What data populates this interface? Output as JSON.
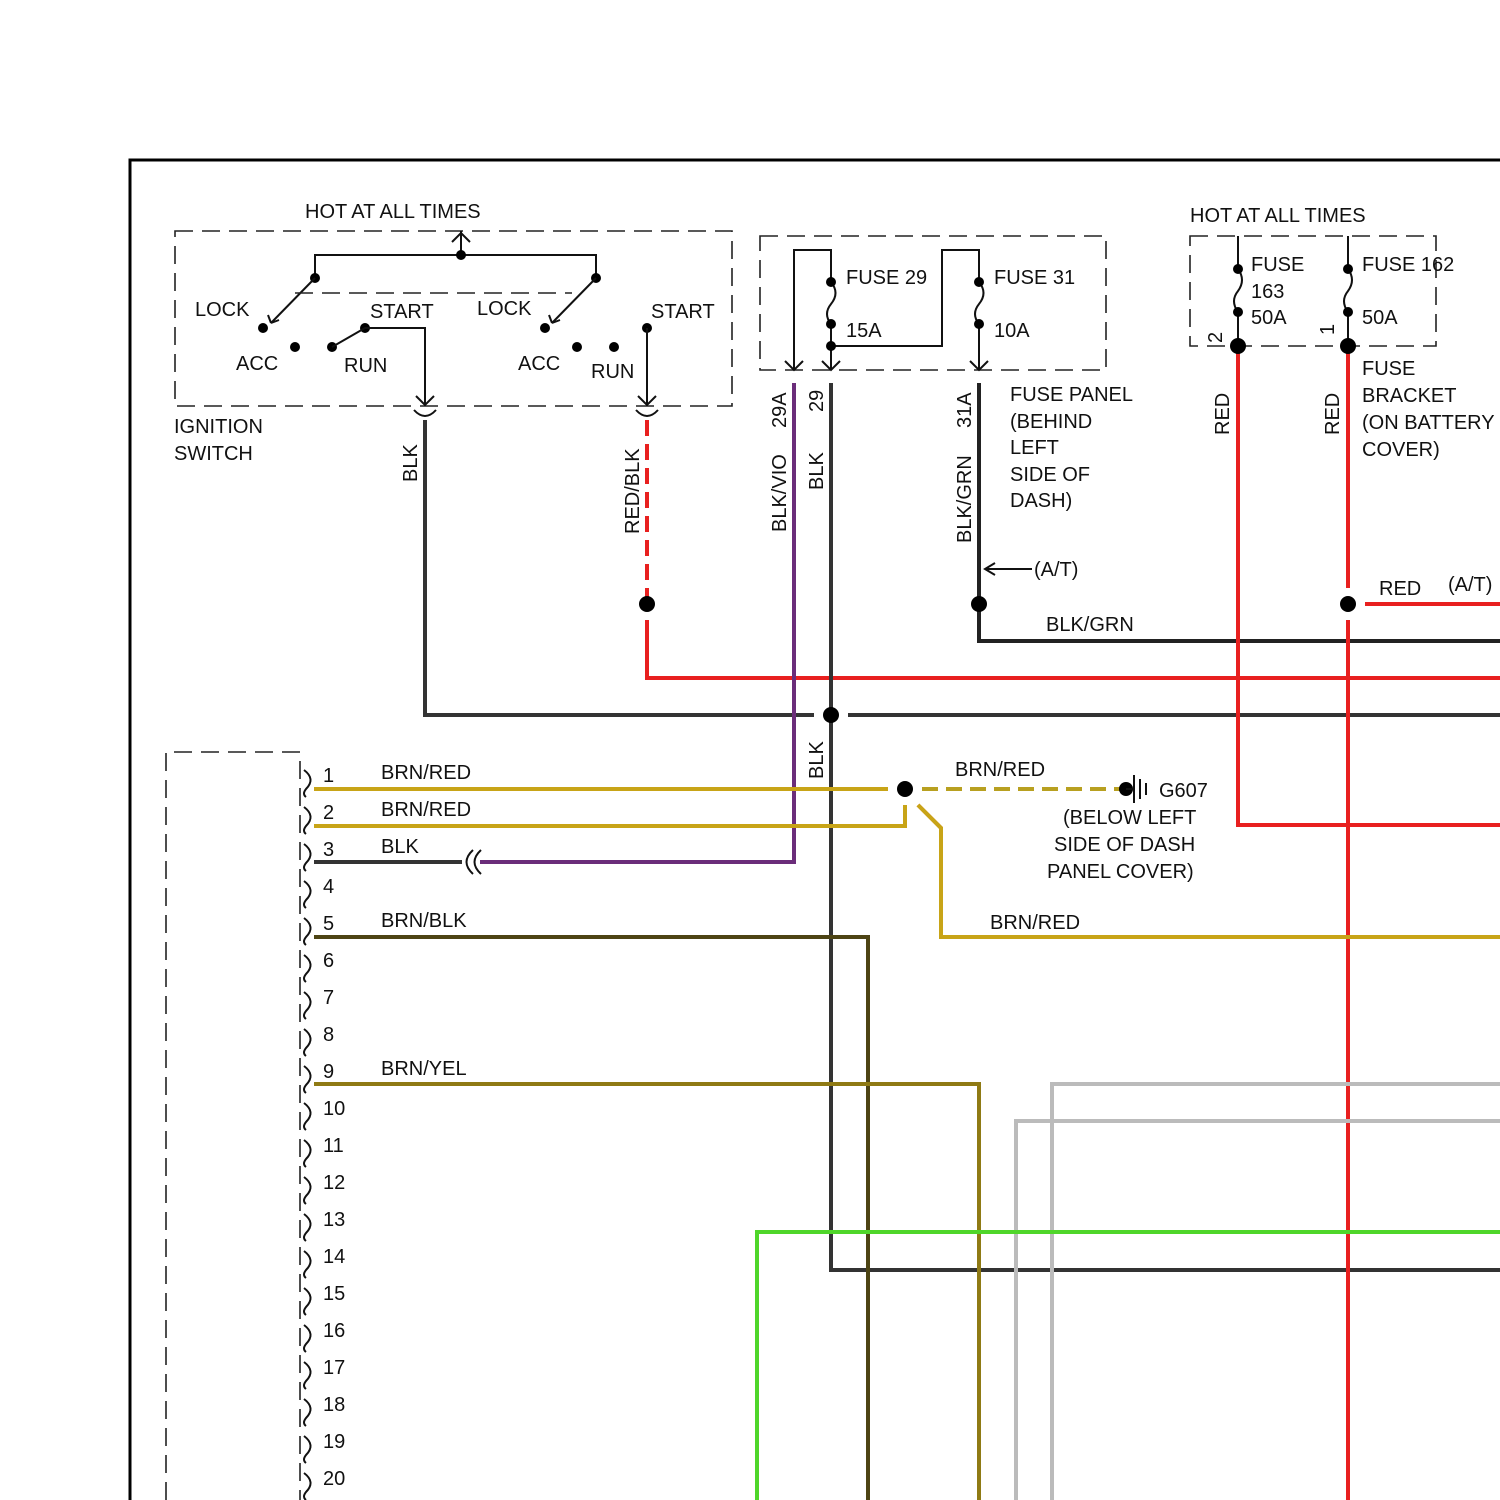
{
  "ignition_switch": {
    "hot_label": "HOT AT ALL TIMES",
    "lock_1": "LOCK",
    "start_1": "START",
    "acc_1": "ACC",
    "run_1": "RUN",
    "lock_2": "LOCK",
    "start_2": "START",
    "acc_2": "ACC",
    "run_2": "RUN",
    "name_line1": "IGNITION",
    "name_line2": "SWITCH"
  },
  "fuse_panel": {
    "fuse29": "FUSE 29",
    "fuse29_amps": "15A",
    "fuse31": "FUSE 31",
    "fuse31_amps": "10A",
    "circuit_29a": "29A",
    "circuit_29": "29",
    "circuit_31a": "31A",
    "label": [
      "FUSE PANEL",
      "(BEHIND",
      "LEFT",
      "SIDE OF",
      "DASH)"
    ]
  },
  "fuse_bracket": {
    "hot_label": "HOT AT ALL TIMES",
    "fuse163": [
      "FUSE",
      "163",
      "50A"
    ],
    "fuse162": [
      "FUSE 162",
      "50A"
    ],
    "pin_2": "2",
    "pin_1": "1",
    "label": [
      "FUSE",
      "BRACKET",
      "(ON BATTERY",
      "COVER)"
    ]
  },
  "wires": {
    "blk": "BLK",
    "red_blk": "RED/BLK",
    "blk_vio": "BLK/VIO",
    "blk_29": "BLK",
    "blk_grn": "BLK/GRN",
    "at_note": "(A/T)",
    "blk_grn_horizontal": "BLK/GRN",
    "red_left": "RED",
    "red_right": "RED",
    "red_horizontal": "RED",
    "at_note_red": "(A/T)",
    "blk_lower": "BLK",
    "brn_red_ground": "BRN/RED",
    "brn_red_branch": "BRN/RED"
  },
  "ground": {
    "id": "G607",
    "location": [
      "(BELOW LEFT",
      "SIDE OF DASH",
      "PANEL COVER)"
    ]
  },
  "connector": {
    "pins": [
      "1",
      "2",
      "3",
      "4",
      "5",
      "6",
      "7",
      "8",
      "9",
      "10",
      "11",
      "12",
      "13",
      "14",
      "15",
      "16",
      "17",
      "18",
      "19",
      "20"
    ],
    "pin_wires": {
      "1": "BRN/RED",
      "2": "BRN/RED",
      "3": "BLK",
      "5": "BRN/BLK",
      "9": "BRN/YEL"
    }
  },
  "colors": {
    "red": "#e8201f",
    "dark": "#333333",
    "purple": "#9d3cb4",
    "green": "#2f7d2f",
    "bright_green": "#4fd62a",
    "brown_red": "#e0601a",
    "brown_yellow": "#c8a417",
    "olive": "#8f8a1e",
    "yellow": "#e4cc1e",
    "gray": "#bbbbbb"
  }
}
